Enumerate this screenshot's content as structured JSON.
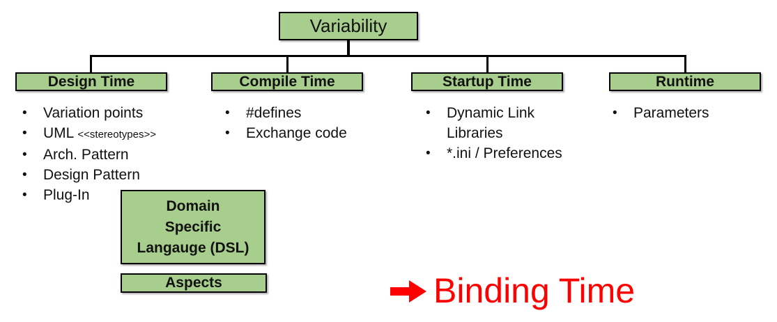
{
  "root_label": "Variability",
  "ui": {
    "bullet": "•"
  },
  "columns": [
    {
      "header": "Design Time",
      "items": [
        {
          "main": "Variation points",
          "small": ""
        },
        {
          "main": "UML",
          "small": "<<stereotypes>>"
        },
        {
          "main": "Arch. Pattern",
          "small": ""
        },
        {
          "main": "Design Pattern",
          "small": ""
        },
        {
          "main": "Plug-In",
          "small": ""
        }
      ]
    },
    {
      "header": "Compile Time",
      "items": [
        {
          "main": "#defines",
          "small": ""
        },
        {
          "main": "Exchange code",
          "small": ""
        }
      ]
    },
    {
      "header": "Startup Time",
      "items": [
        {
          "main": "Dynamic Link Libraries",
          "small": ""
        },
        {
          "main": "*.ini / Preferences",
          "small": ""
        }
      ]
    },
    {
      "header": "Runtime",
      "items": [
        {
          "main": "Parameters",
          "small": ""
        }
      ]
    }
  ],
  "dsl_box": {
    "lines": [
      "Domain",
      "Specific",
      "Langauge (DSL)"
    ]
  },
  "aspects_box": {
    "label": "Aspects"
  },
  "annotation": {
    "label": "Binding Time"
  },
  "colors": {
    "box_fill": "#a8ce8d",
    "box_border": "#000000",
    "connector": "#000000",
    "annotation_red": "#ff0000"
  }
}
